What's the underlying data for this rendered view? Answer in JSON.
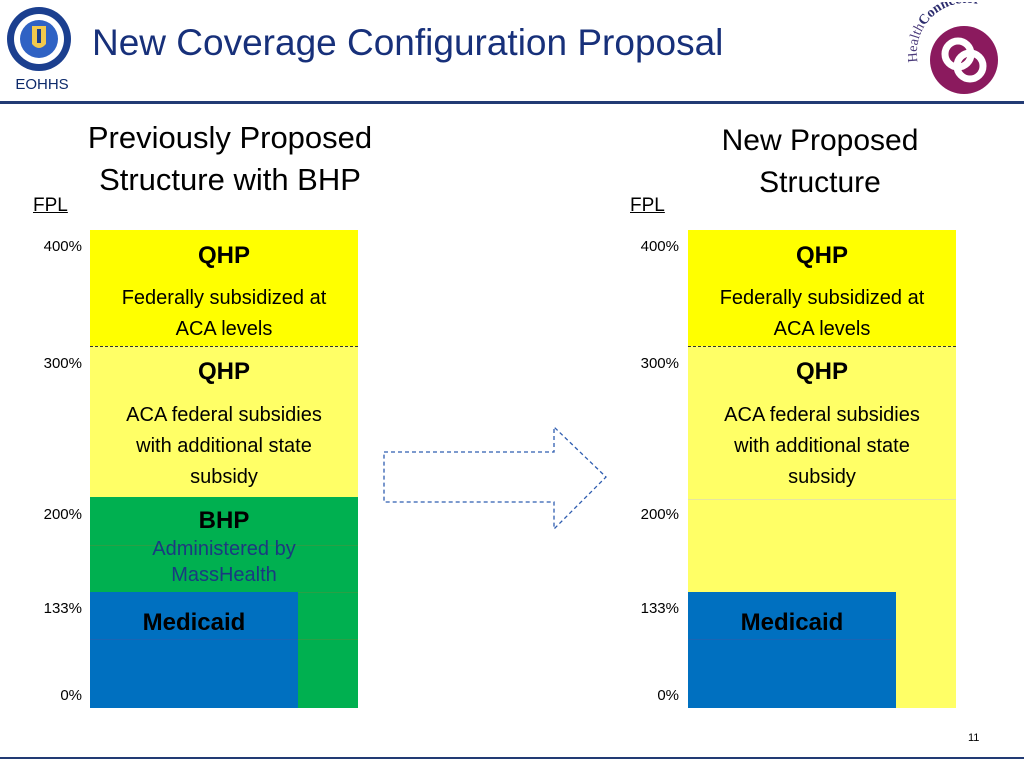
{
  "header": {
    "title": "New Coverage Configuration Proposal",
    "org": "EOHHS",
    "logo_text_part1": "Health",
    "logo_text_part2": "Connector",
    "page_number": "11"
  },
  "colors": {
    "qhp_full_subsidy": "#ffff00",
    "qhp_state_subsidy": "#ffff66",
    "bhp": "#00b050",
    "medicaid": "#0070c0",
    "title": "#17307a",
    "logo_purple": "#8b1a5e"
  },
  "left_panel": {
    "heading": "Previously Proposed\nStructure with BHP",
    "axis_label": "FPL",
    "ticks": [
      "400%",
      "300%",
      "200%",
      "133%",
      "0%"
    ],
    "blocks": {
      "qhp_top_title": "QHP",
      "qhp_top_desc": "Federally subsidized at\nACA  levels",
      "qhp_mid_title": "QHP",
      "qhp_mid_desc": "ACA federal subsidies\nwith additional state\nsubsidy",
      "bhp_title": "BHP",
      "bhp_desc": "Administered by\nMassHealth",
      "medicaid_title": "Medicaid"
    }
  },
  "right_panel": {
    "heading": "New Proposed\nStructure",
    "axis_label": "FPL",
    "ticks": [
      "400%",
      "300%",
      "200%",
      "133%",
      "0%"
    ],
    "blocks": {
      "qhp_top_title": "QHP",
      "qhp_top_desc": "Federally subsidized at\nACA  levels",
      "qhp_mid_title": "QHP",
      "qhp_mid_desc": "ACA federal subsidies\nwith additional state\nsubsidy",
      "medicaid_title": "Medicaid"
    }
  },
  "icons": {
    "seal": "massachusetts-seal-icon",
    "logo": "health-connector-logo",
    "arrow": "right-arrow-icon"
  }
}
